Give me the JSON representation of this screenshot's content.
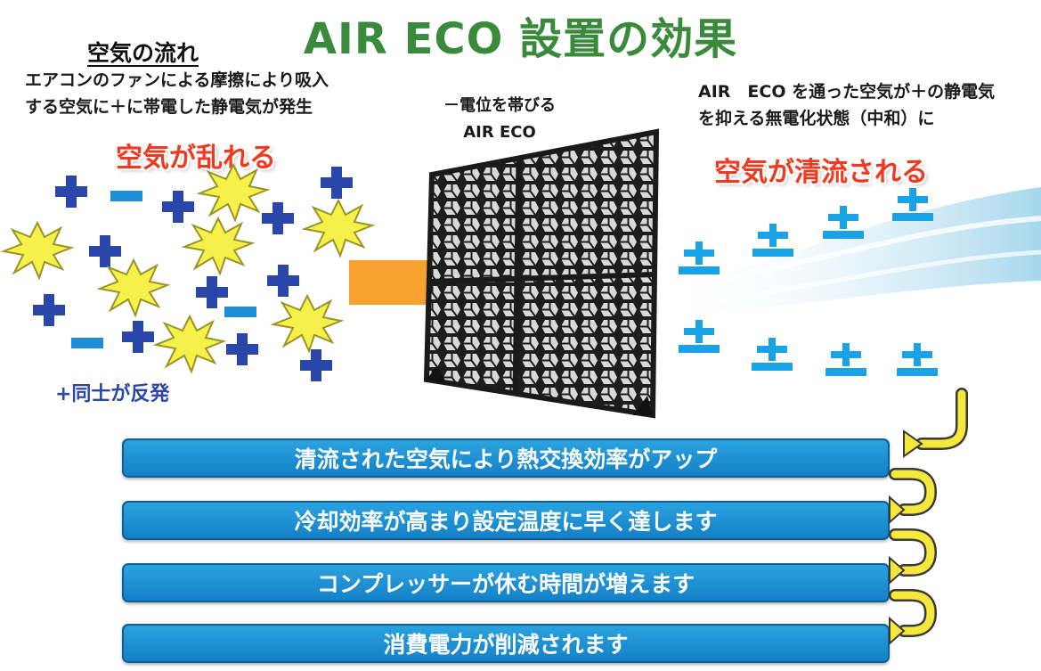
{
  "title": "AIR ECO 設置の効果",
  "left": {
    "heading": "空気の流れ",
    "description_line1": "エアコンのファンによる摩擦により吸入",
    "description_line2": "する空気に＋に帯電した静電気が発生",
    "state": "空気が乱れる",
    "repel_label": "+同士が反発"
  },
  "center": {
    "line1": "－電位を帯びる",
    "line2": "AIR ECO"
  },
  "right": {
    "description_line1": "AIR　ECO を通った空気が＋の静電気",
    "description_line2": "を抑える無電化状態（中和）に",
    "state": "空気が清流される"
  },
  "steps": [
    "清流された空気により熱交換効率がアップ",
    "冷却効率が高まり設定温度に早く達します",
    "コンプレッサーが休む時間が増えます",
    "消費電力が削減されます"
  ],
  "colors": {
    "title": "#3a8a3c",
    "red_accent": "#f0391f",
    "plus": "#2a46a8",
    "minus": "#1e8fd6",
    "neutral": "#1aa2e6",
    "spark": "#f6f14a",
    "arrow": "#f7a230",
    "band": "#1a8fd3",
    "connector": "#f5e83a"
  },
  "icons": [
    "plus-charge-icon",
    "minus-charge-icon",
    "spark-icon",
    "neutral-charge-icon",
    "flow-arrow-icon",
    "air-eco-panel",
    "connector-arrow-icon"
  ]
}
